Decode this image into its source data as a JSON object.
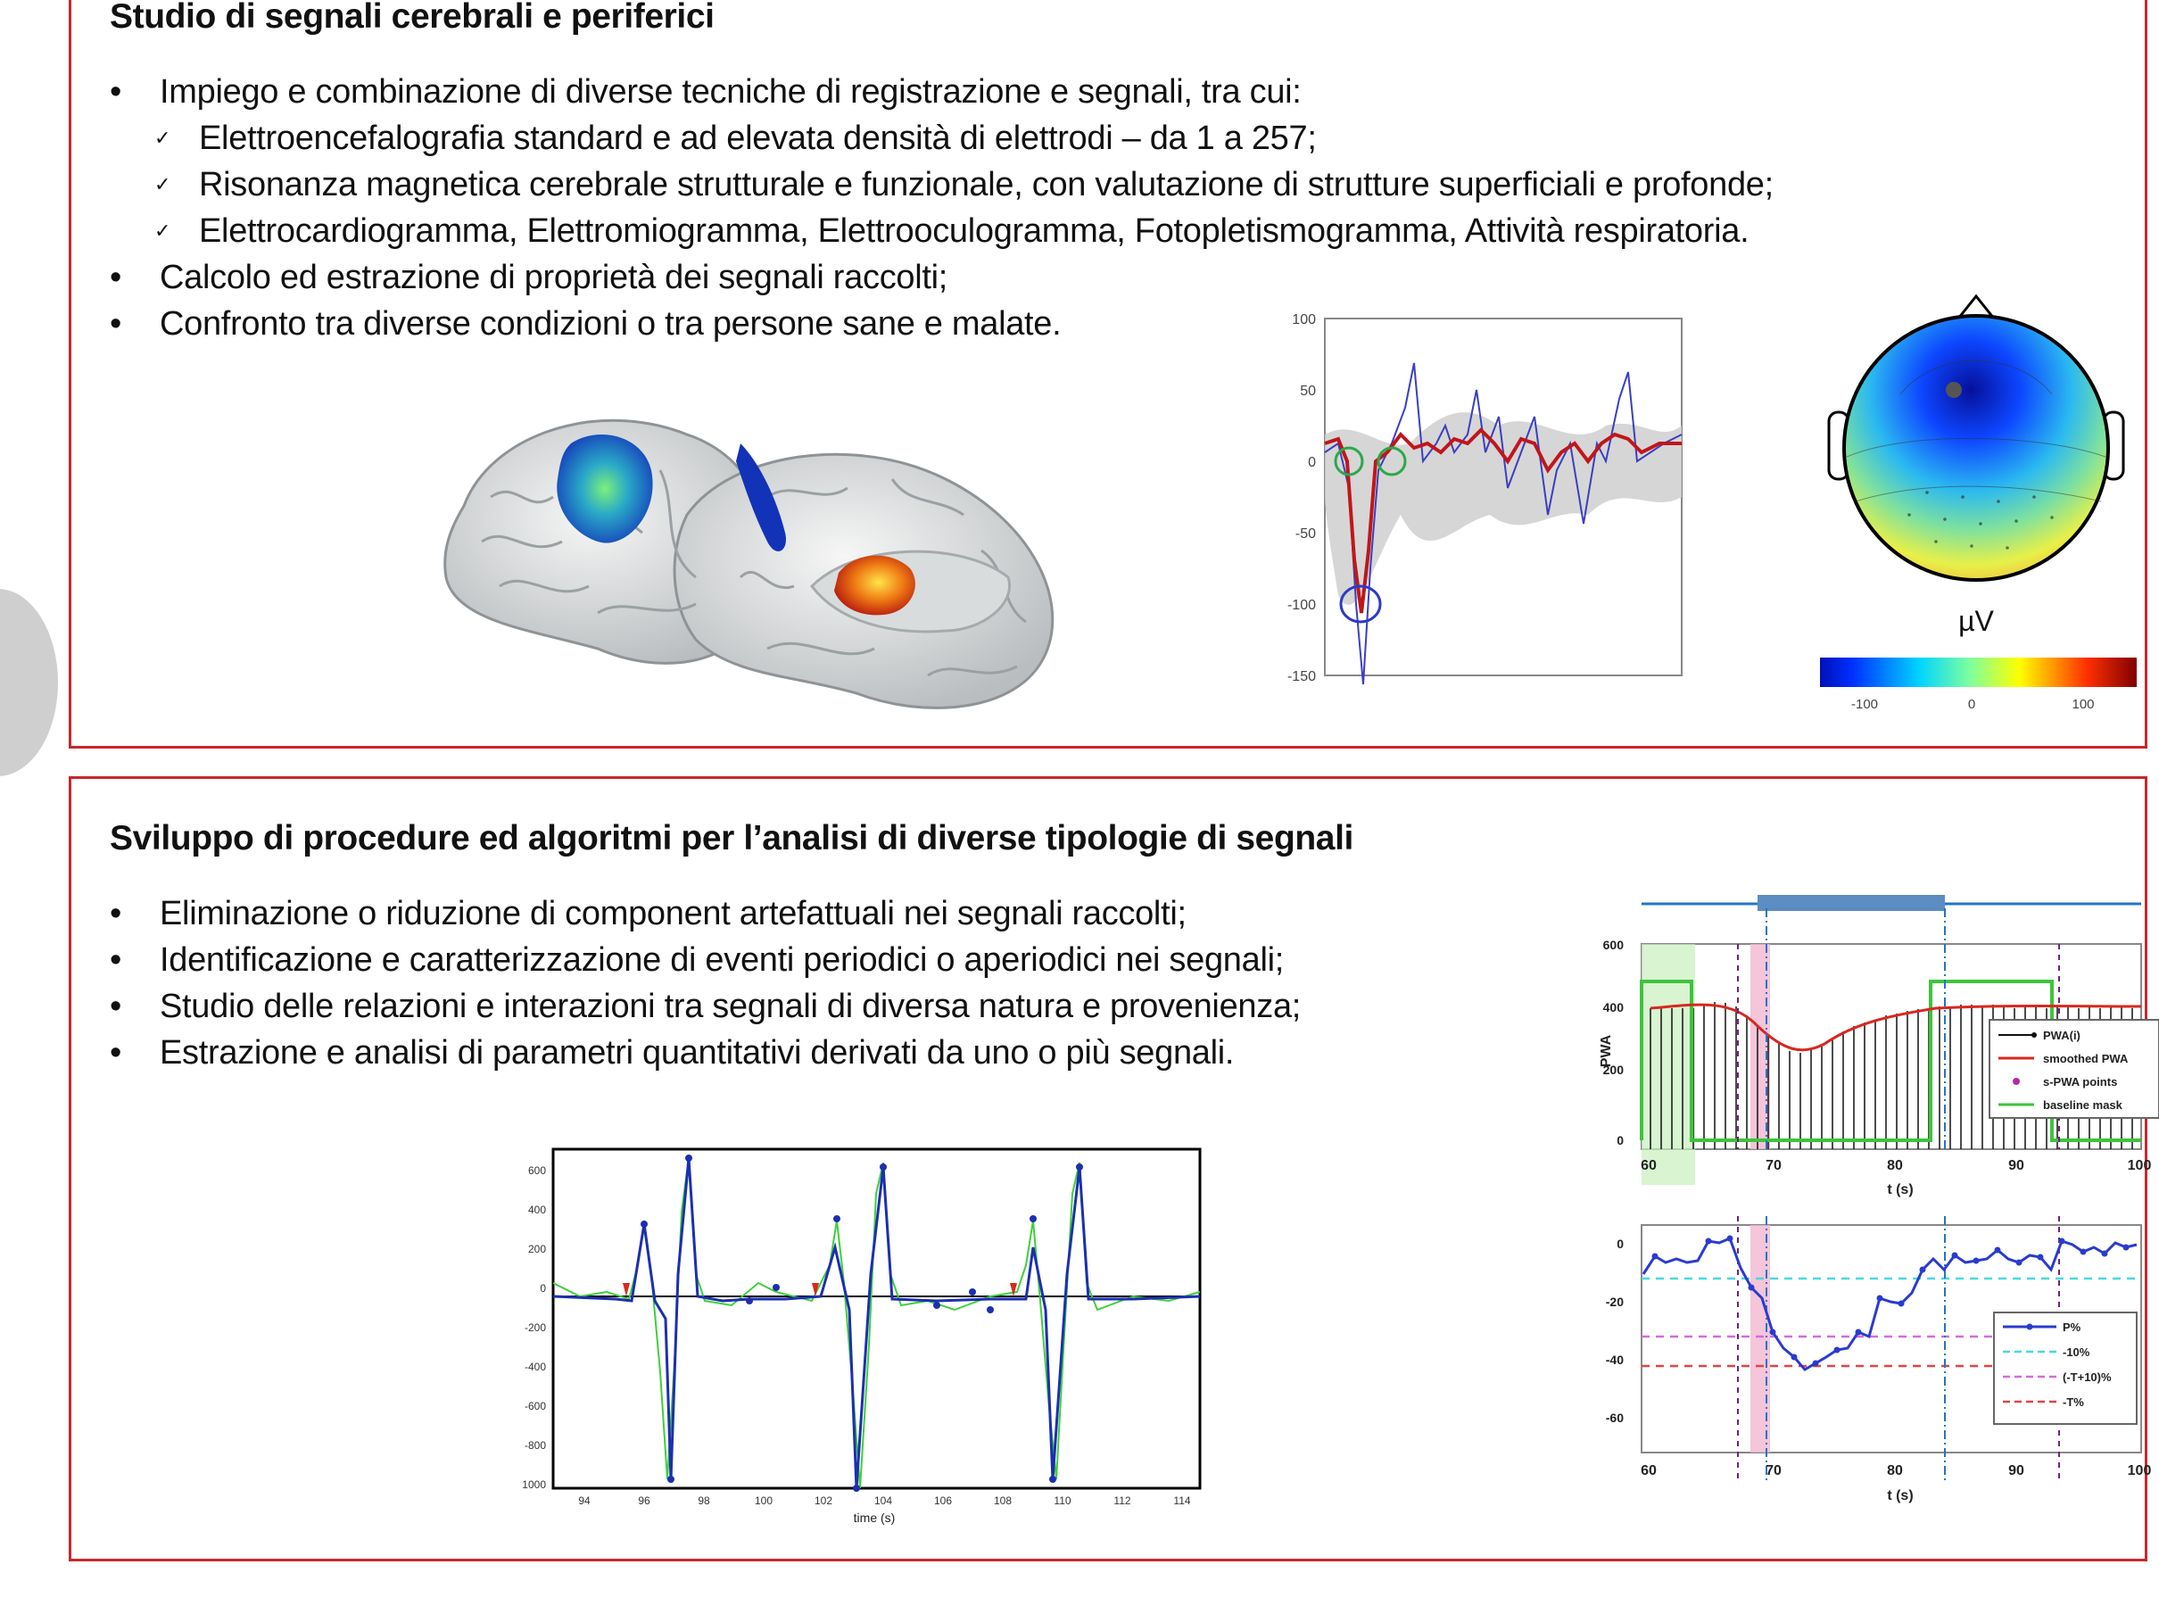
{
  "panel1": {
    "title": "Studio di segnali cerebrali e periferici",
    "bullets": [
      "Impiego e combinazione di diverse tecniche di registrazione e segnali, tra cui:",
      "Elettroencefalografia standard e ad elevata densità di elettrodi – da 1 a 257;",
      "Risonanza magnetica cerebrale strutturale e funzionale, con valutazione di strutture superficiali e profonde;",
      "Elettrocardiogramma, Elettromiogramma, Elettrooculogramma, Fotopletismogramma, Attività respiratoria.",
      "Calcolo ed estrazione di proprietà dei segnali raccolti;",
      "Confronto tra diverse condizioni o tra persone sane e malate."
    ],
    "eeg_chart": {
      "yticks": [
        "100",
        "50",
        "0",
        "-50",
        "-100",
        "-150"
      ]
    },
    "topomap": {
      "unit": "µV",
      "scale_ticks": [
        "-100",
        "0",
        "100"
      ]
    }
  },
  "panel2": {
    "title": "Sviluppo di procedure ed algoritmi per l’analisi di diverse tipologie di segnali",
    "bullets": [
      "Eliminazione o riduzione di component artefattuali nei segnali raccolti;",
      "Identificazione e caratterizzazione di eventi periodici o aperiodici nei segnali;",
      "Studio delle relazioni e interazioni tra segnali di diversa natura e provenienza;",
      "Estrazione e analisi di parametri quantitativi derivati da uno o più segnali."
    ],
    "ecg_chart": {
      "xlabel": "time (s)",
      "xticks": [
        "94",
        "96",
        "98",
        "100",
        "102",
        "104",
        "106",
        "108",
        "110",
        "112",
        "114"
      ],
      "yticks": [
        "600",
        "400",
        "200",
        "0",
        "-200",
        "-400",
        "-600",
        "-800",
        "1000"
      ]
    },
    "pwa_chart": {
      "ylabel": "PWA",
      "xlabel": "t (s)",
      "yticks": [
        "600",
        "400",
        "200",
        "0"
      ],
      "xticks": [
        "60",
        "70",
        "80",
        "90",
        "100"
      ],
      "legend": [
        "PWA(i)",
        "smoothed PWA",
        "s-PWA points",
        "baseline mask"
      ]
    },
    "pct_chart": {
      "xlabel": "t (s)",
      "yticks": [
        "0",
        "-20",
        "-40",
        "-60"
      ],
      "xticks": [
        "60",
        "70",
        "80",
        "90",
        "100"
      ],
      "legend": [
        "P%",
        "-10%",
        "(-T+10)%",
        "-T%"
      ]
    }
  },
  "colors": {
    "frame": "#c9272d",
    "eeg_mean": "#c0161b",
    "eeg_single": "#3a3fc1",
    "ecg_blue": "#1c2fb0",
    "ecg_green": "#3fcf3a"
  }
}
